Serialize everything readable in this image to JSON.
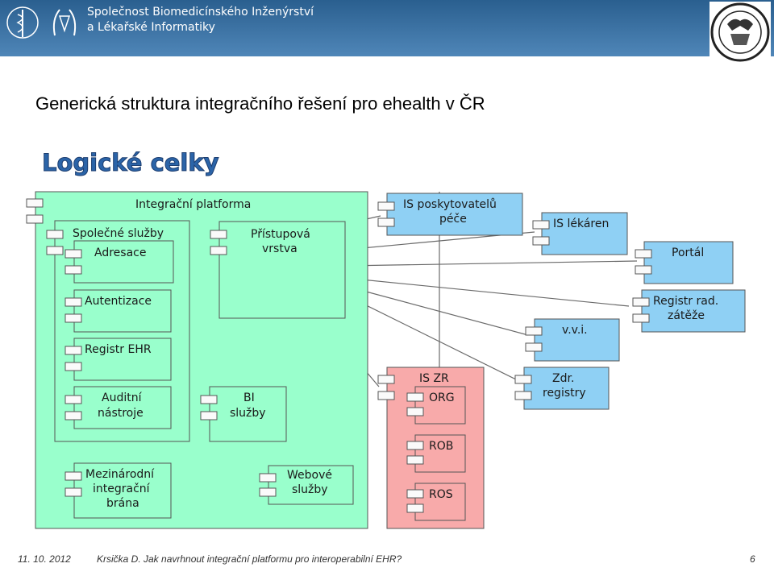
{
  "header": {
    "org_line1": "Společnost Biomedicínského Inženýrství",
    "org_line2": "a Lékařské Informatiky"
  },
  "logos": [
    "caduceus-logo",
    "society-logo",
    "university-seal"
  ],
  "slide": {
    "title": "Generická struktura integračního řešení pro ehealth v ČR",
    "subtitle": "Logické celky"
  },
  "diagram": {
    "platform": "Integrační platforma",
    "common_services": "Společné služby",
    "address": "Adresace",
    "authentication": "Autentizace",
    "ehr_registry": "Registr EHR",
    "audit_line1": "Auditní",
    "audit_line2": "nástroje",
    "access_line1": "Přístupová",
    "access_line2": "vrstva",
    "bi_line1": "BI",
    "bi_line2": "služby",
    "gateway_line1": "Mezinárodní",
    "gateway_line2": "integrační",
    "gateway_line3": "brána",
    "web_line1": "Webové",
    "web_line2": "služby",
    "provider_line1": "IS poskytovatelů",
    "provider_line2": "péče",
    "pharmacy": "IS lékáren",
    "portal": "Portál",
    "radiation_line1": "Registr rad.",
    "radiation_line2": "zátěže",
    "vvi": "v.v.i.",
    "health_reg_line1": "Zdr.",
    "health_reg_line2": "registry",
    "is_zr": "IS ZR",
    "org": "ORG",
    "rob": "ROB",
    "ros": "ROS"
  },
  "colors": {
    "platform_fill": "#99ffcc",
    "external_fill": "#8fd0f4",
    "registry_fill": "#f8aaaa",
    "header": "#3a6fa0",
    "subtitle": "#2b64a8"
  },
  "footer": {
    "date": "11. 10. 2012",
    "caption": "Krsička D. Jak navrhnout integrační platformu pro interoperabilní EHR?",
    "page": "6"
  }
}
